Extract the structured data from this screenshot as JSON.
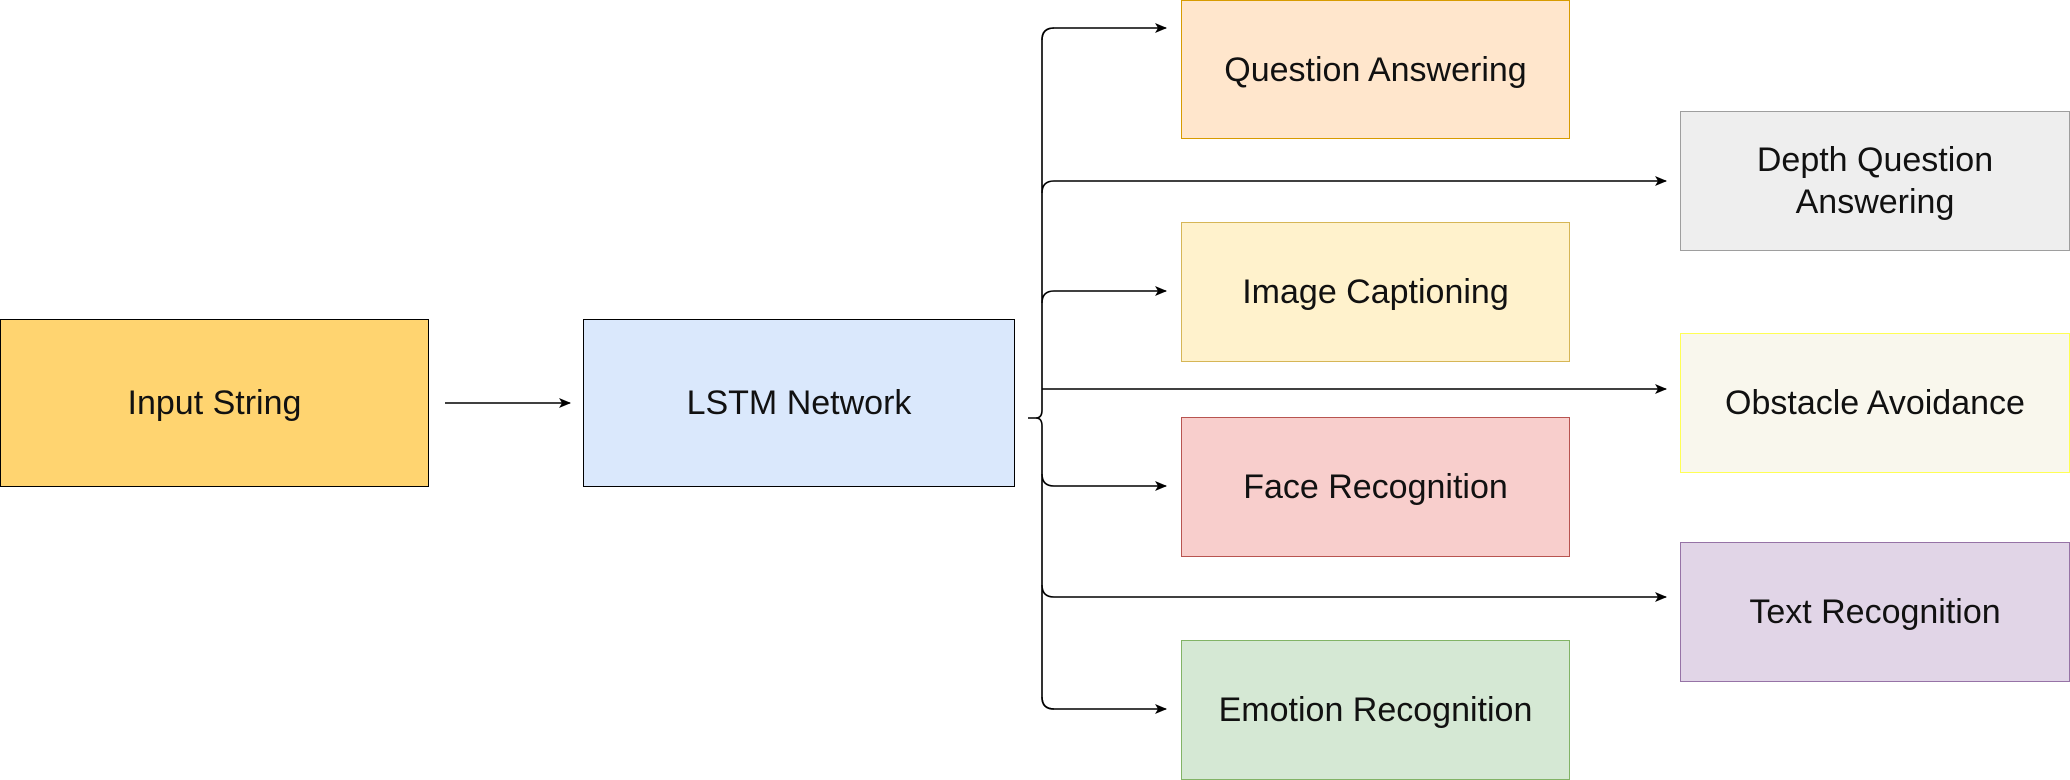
{
  "nodes": {
    "input": {
      "label": "Input String",
      "fill": "#FFD470",
      "stroke": "#000000"
    },
    "lstm": {
      "label": "LSTM Network",
      "fill": "#DAE8FC",
      "stroke": "#000000"
    },
    "qa": {
      "label": "Question Answering",
      "fill": "#FFE6CC",
      "stroke": "#D79B00"
    },
    "depth_qa": {
      "label": "Depth Question Answering",
      "line1": "Depth Question",
      "line2": "Answering",
      "fill": "#EEEEEE",
      "stroke": "#9E9E9E"
    },
    "caption": {
      "label": "Image Captioning",
      "fill": "#FFF2CC",
      "stroke": "#D6B656"
    },
    "obstacle": {
      "label": "Obstacle Avoidance",
      "fill": "#F9F7ED",
      "stroke": "#FFFF55"
    },
    "face": {
      "label": "Face Recognition",
      "fill": "#F8CECC",
      "stroke": "#B85450"
    },
    "text": {
      "label": "Text Recognition",
      "fill": "#E1D5E7",
      "stroke": "#9673A6"
    },
    "emotion": {
      "label": "Emotion Recognition",
      "fill": "#D5E8D4",
      "stroke": "#82B366"
    }
  },
  "edges": [
    {
      "from": "input",
      "to": "lstm"
    },
    {
      "from": "lstm",
      "to": "qa"
    },
    {
      "from": "lstm",
      "to": "depth_qa"
    },
    {
      "from": "lstm",
      "to": "caption"
    },
    {
      "from": "lstm",
      "to": "obstacle"
    },
    {
      "from": "lstm",
      "to": "face"
    },
    {
      "from": "lstm",
      "to": "text"
    },
    {
      "from": "lstm",
      "to": "emotion"
    }
  ],
  "colors": {
    "edge": "#000000"
  }
}
